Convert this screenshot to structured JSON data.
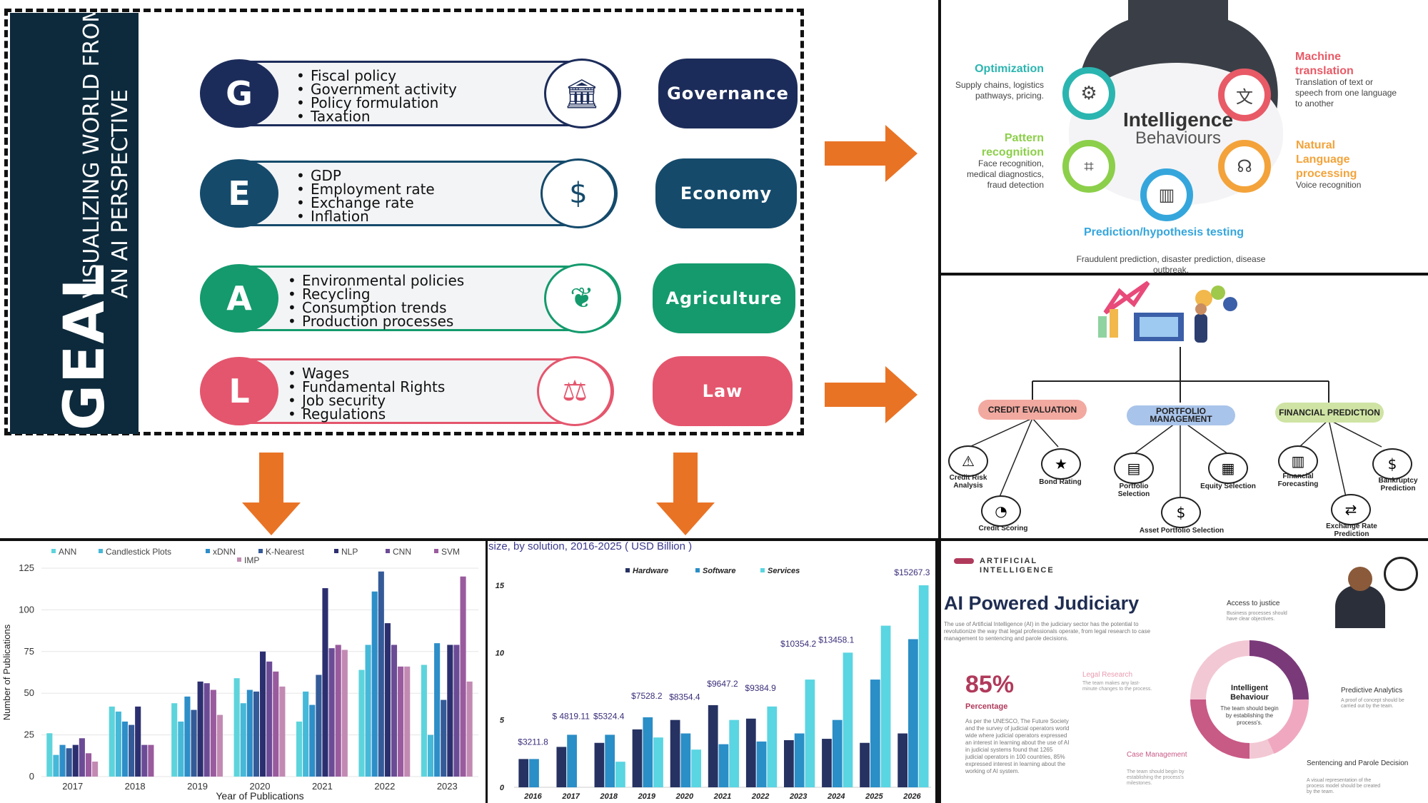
{
  "geal": {
    "side_title_line1": "VISUALIZING WORLD FROM",
    "side_title_line2": "AN AI PERSPECTIVE",
    "side_word": "GEAL",
    "rows": [
      {
        "letter": "G",
        "items": [
          "Fiscal policy",
          "Government activity",
          "Policy formulation",
          "Taxation"
        ],
        "category": "Governance",
        "color": "#1c2c5a",
        "icon": "bank-icon"
      },
      {
        "letter": "E",
        "items": [
          "GDP",
          "Employment rate",
          "Exchange rate",
          "Inflation"
        ],
        "category": "Economy",
        "color": "#154a6b",
        "icon": "money-bag-icon"
      },
      {
        "letter": "A",
        "items": [
          "Environmental policies",
          "Recycling",
          "Consumption trends",
          "Production processes"
        ],
        "category": "Agriculture",
        "color": "#149a6d",
        "icon": "leaf-icon"
      },
      {
        "letter": "L",
        "items": [
          "Wages",
          "Fundamental Rights",
          "Job security",
          "Regulations"
        ],
        "category": "Law",
        "color": "#e4566d",
        "icon": "gavel-icon"
      }
    ]
  },
  "intelligence": {
    "title": "Intelligence",
    "subtitle": "Behaviours",
    "optimization": {
      "title": "Optimization",
      "desc": "Supply chains, logistics pathways, pricing."
    },
    "machine_translation": {
      "title": "Machine translation",
      "desc": "Translation of text or speech from one language to another"
    },
    "pattern": {
      "title": "Pattern recognition",
      "desc": "Face recognition, medical diagnostics, fraud detection"
    },
    "nlp": {
      "title": "Natural Language processing",
      "desc": "Voice recognition"
    },
    "prediction": {
      "title": "Prediction/hypothesis testing",
      "desc": "Fraudulent prediction, disaster prediction, disease outbreak."
    },
    "colors": {
      "teal": "#2bb5b0",
      "red": "#e85a66",
      "green": "#8ccf4a",
      "orange": "#f3a33a",
      "blue": "#35a6dc"
    }
  },
  "finance": {
    "branches": [
      {
        "label": "CREDIT EVALUATION",
        "color": "#f2a9a0",
        "leaves": [
          {
            "label": "Credit Risk Analysis",
            "icon": "warning-icon"
          },
          {
            "label": "Bond Rating",
            "icon": "rating-icon"
          },
          {
            "label": "Credit Scoring",
            "icon": "gauge-icon"
          }
        ]
      },
      {
        "label": "PORTFOLIO MANAGEMENT",
        "color": "#a9c4ea",
        "leaves": [
          {
            "label": "Portfolio Selection",
            "icon": "portfolio-icon"
          },
          {
            "label": "Equity Selection",
            "icon": "equity-icon"
          },
          {
            "label": "Asset Portfolio Selection",
            "icon": "asset-icon"
          }
        ]
      },
      {
        "label": "FINANCIAL PREDICTION",
        "color": "#cfe3a4",
        "leaves": [
          {
            "label": "Financial Forecasting",
            "icon": "forecast-icon"
          },
          {
            "label": "Bankruptcy Prediction",
            "icon": "bankruptcy-icon"
          },
          {
            "label": "Exchange Rate Prediction",
            "icon": "exchange-icon"
          }
        ]
      }
    ]
  },
  "judiciary": {
    "brand": "ARTIFICIAL\nINTELLIGENCE",
    "title": "AI Powered Judiciary",
    "intro": "The use of Artificial Intelligence (AI) in the judiciary sector has the potential to revolutionize the way that legal professionals operate, from legal research to case management to sentencing and parole decisions.",
    "stat": "85%",
    "stat_label": "Percentage",
    "stat_desc": "As per the UNESCO, The Future Society and the survey of judicial operators world wide where judicial operators expressed an interest in learning about the use of AI in judicial systems found that 1265 judicial operators in 100 countries, 85% expressed interest in learning about the working of AI system.",
    "center_title": "Intelligent Behaviour",
    "center_desc": "The team should begin by establishing the process's.",
    "access": {
      "title": "Access to justice",
      "desc": "Business processes should have clear objectives."
    },
    "legal": {
      "title": "Legal Research",
      "desc": "The team makes any last-minute changes to the process."
    },
    "predictive": {
      "title": "Predictive Analytics",
      "desc": "A proof of concept should be carried out by the team."
    },
    "case": {
      "title": "Case Management",
      "desc": "The team should begin by establishing the process's milestones."
    },
    "sentencing": {
      "title": "Sentencing and Parole Decision",
      "desc": "A visual representation of the process model should be created by the team."
    }
  },
  "chart_data": [
    {
      "type": "bar",
      "title": "",
      "xlabel": "Year of Publications",
      "ylabel": "Number of Publications",
      "categories": [
        "2017",
        "2018",
        "2019",
        "2020",
        "2021",
        "2022",
        "2023"
      ],
      "ylim": [
        0,
        125
      ],
      "yticks": [
        0,
        25,
        50,
        75,
        100,
        125
      ],
      "legend_position": "top",
      "series": [
        {
          "name": "ANN",
          "color": "#5dd4dc",
          "values": [
            26,
            42,
            44,
            59,
            33,
            64,
            67
          ]
        },
        {
          "name": "Candlestick Plots",
          "color": "#46b8d8",
          "values": [
            13,
            39,
            33,
            44,
            51,
            79,
            25
          ]
        },
        {
          "name": "xDNN",
          "color": "#2d8ec8",
          "values": [
            19,
            33,
            48,
            52,
            43,
            111,
            80
          ]
        },
        {
          "name": "K-Nearest",
          "color": "#345a98",
          "values": [
            17,
            31,
            40,
            51,
            61,
            123,
            46
          ]
        },
        {
          "name": "NLP",
          "color": "#2c2f6f",
          "values": [
            19,
            42,
            57,
            75,
            113,
            92,
            79
          ]
        },
        {
          "name": "CNN",
          "color": "#6c4b96",
          "values": [
            23,
            19,
            56,
            69,
            77,
            79,
            79
          ]
        },
        {
          "name": "SVM",
          "color": "#9a5b9e",
          "values": [
            14,
            19,
            52,
            63,
            79,
            66,
            120
          ]
        },
        {
          "name": "IMP",
          "color": "#c28ab3",
          "values": [
            9,
            0,
            37,
            54,
            76,
            66,
            57
          ]
        }
      ]
    },
    {
      "type": "bar",
      "title": "size, by solution, 2016-2025 ( USD Billion )",
      "categories": [
        "2016",
        "2017",
        "2018",
        "2019",
        "2020",
        "2021",
        "2022",
        "2023",
        "2024",
        "2025",
        "2026"
      ],
      "ylim": [
        0,
        15
      ],
      "yticks": [
        0,
        5,
        10,
        15
      ],
      "legend_position": "top",
      "series": [
        {
          "name": "Hardware",
          "color": "#263262",
          "values": [
            2.1,
            3.0,
            3.3,
            4.3,
            5.0,
            6.1,
            5.1,
            3.5,
            3.6,
            3.3,
            4.0
          ]
        },
        {
          "name": "Software",
          "color": "#2a8ec7",
          "values": [
            2.1,
            3.9,
            3.9,
            5.2,
            4.0,
            3.2,
            3.4,
            4.0,
            5.0,
            8.0,
            11.0
          ]
        },
        {
          "name": "Services",
          "color": "#5ad5e2",
          "values": [
            null,
            null,
            1.9,
            3.7,
            2.8,
            5.0,
            6.0,
            8.0,
            10.0,
            12.0,
            15.0
          ]
        }
      ],
      "annotations": [
        "$3211.8",
        "$ 4819.11",
        "$5324.4",
        "$7528.2",
        "$8354.4",
        "$9647.2",
        "$9384.9",
        "$10354.2",
        "$13458.1",
        "$15267.3"
      ]
    }
  ]
}
